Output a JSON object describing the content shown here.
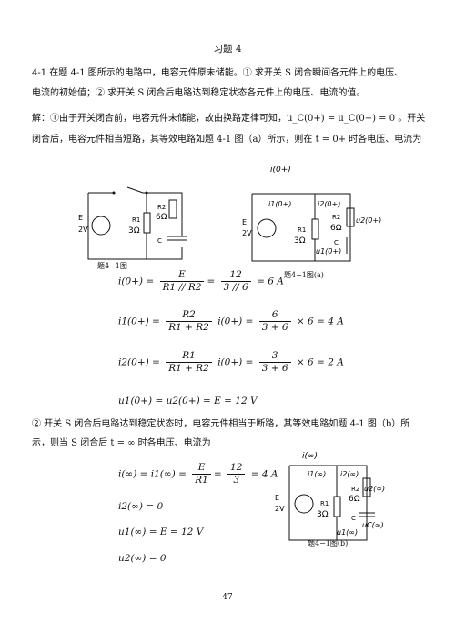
{
  "page": {
    "title": "习题 4",
    "number": "47"
  },
  "problem": {
    "line1": "4-1  在题 4-1 图所示的电路中，电容元件原未储能。① 求开关 S 闭合瞬间各元件上的电压、",
    "line2": "电流的初始值；② 求开关 S 闭合后电路达到稳定状态各元件上的电压、电流的值。"
  },
  "solution": {
    "line1": "解：①由于开关闭合前，电容元件未储能，故由换路定律可知，u_C(0+) = u_C(0−) = 0 。开关",
    "line2": "闭合后，电容元件相当短路，其等效电路如题 4-1 图（a）所示，则在 t = 0+ 时各电压、电流为",
    "part2_line1": "② 开关 S 闭合后电路达到稳定状态时，电容元件相当于断路，其等效电路如题 4-1 图（b）所",
    "part2_line2": "示，则当 S 闭合后 t = ∞ 时各电压、电流为"
  },
  "equations": {
    "i0": {
      "lhs": "i(0+) =",
      "num1": "E",
      "den1": "R1 // R2",
      "num2": "12",
      "den2": "3 // 6",
      "rhs": "= 6 A"
    },
    "i1_0": {
      "lhs": "i1(0+) =",
      "num1": "R2",
      "den1": "R1 + R2",
      "mid": "i(0+) =",
      "num2": "6",
      "den2": "3 + 6",
      "rhs": "× 6 = 4 A"
    },
    "i2_0": {
      "lhs": "i2(0+) =",
      "num1": "R1",
      "den1": "R1 + R2",
      "mid": "i(0+) =",
      "num2": "3",
      "den2": "3 + 6",
      "rhs": "× 6 = 2 A"
    },
    "u_0": "u1(0+) = u2(0+) = E = 12 V",
    "i_inf": {
      "lhs": "i(∞) = i1(∞) =",
      "num1": "E",
      "den1": "R1",
      "num2": "12",
      "den2": "3",
      "rhs": "= 4 A"
    },
    "i2_inf": "i2(∞) = 0",
    "u1_inf": "u1(∞) = E = 12 V",
    "u2_inf": "u2(∞) = 0"
  },
  "figures": {
    "fig": {
      "caption": "题4−1图",
      "E": "E",
      "V": "2V",
      "R1": "R1",
      "R1v": "3Ω",
      "R2": "R2",
      "R2v": "6Ω",
      "C": "C"
    },
    "fig_a": {
      "caption": "题4−1图(a)",
      "i": "i(0+)",
      "i1": "i1(0+)",
      "i2": "i2(0+)",
      "u2": "u2(0+)",
      "u1": "u1(0+)",
      "E": "E",
      "V": "2V",
      "R1": "R1",
      "R1v": "3Ω",
      "R2": "R2",
      "R2v": "6Ω",
      "C": "C"
    },
    "fig_b": {
      "caption": "题4−1图(b)",
      "i": "i(∞)",
      "i1": "i1(∞)",
      "i2": "i2(∞)",
      "u2": "u2(∞)",
      "uC": "uC(∞)",
      "u1": "u1(∞)",
      "E": "E",
      "V": "2V",
      "R1": "R1",
      "R1v": "3Ω",
      "R2": "R2",
      "R2v": "6Ω",
      "C": "C"
    }
  }
}
